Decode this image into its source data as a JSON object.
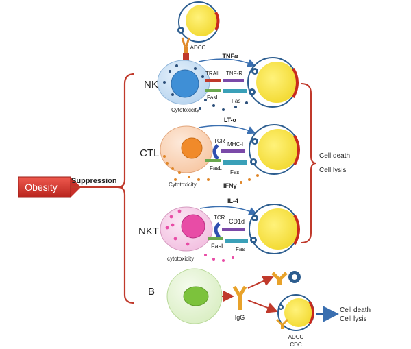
{
  "left": {
    "obesity": "Obesity",
    "suppression": "Suppression"
  },
  "cells": {
    "nk": "NK",
    "ctl": "CTL",
    "nkt": "NKT",
    "b": "B"
  },
  "molecules": {
    "adcc_top": "ADCC",
    "tnfa": "TNFα",
    "trail": "TRAIL",
    "tnfr": "TNF-R",
    "fasl_nk": "FasL",
    "fas_nk": "Fas",
    "cyto_nk": "Cytotoxicity",
    "lta": "LT-α",
    "tcr_ctl": "TCR",
    "mhc1": "MHC-I",
    "fasl_ctl": "FasL",
    "fas_ctl": "Fas",
    "cyto_ctl": "Cytotoxicity",
    "ifng": "IFNγ",
    "il4": "IL-4",
    "tcr_nkt": "TCR",
    "cd1d": "CD1d",
    "fasl_nkt": "FasL",
    "fas_nkt": "Fas",
    "cyto_nkt": "cytotoxicity",
    "igg": "IgG",
    "adcc_bottom": "ADCC",
    "cdc": "CDC"
  },
  "outcomes": {
    "right_death": "Cell death",
    "right_lysis": "Cell lysis",
    "bottom_death": "Cell death",
    "bottom_lysis": "Cell lysis"
  },
  "colors": {
    "bracket": "#c0392b",
    "obesity_box": "#d93b33",
    "target_cell": "#f3e24a",
    "nk_cell": "#c9e0f5",
    "nk_nucleus": "#3f8fd6",
    "ctl_cell": "#fbd8bf",
    "ctl_nucleus": "#f08a2a",
    "nkt_cell": "#f8d4ec",
    "nkt_nucleus": "#e84ca6",
    "b_cell": "#e8f5d6",
    "b_nucleus": "#7cc23c",
    "arrow_blue": "#3a6fb0"
  }
}
